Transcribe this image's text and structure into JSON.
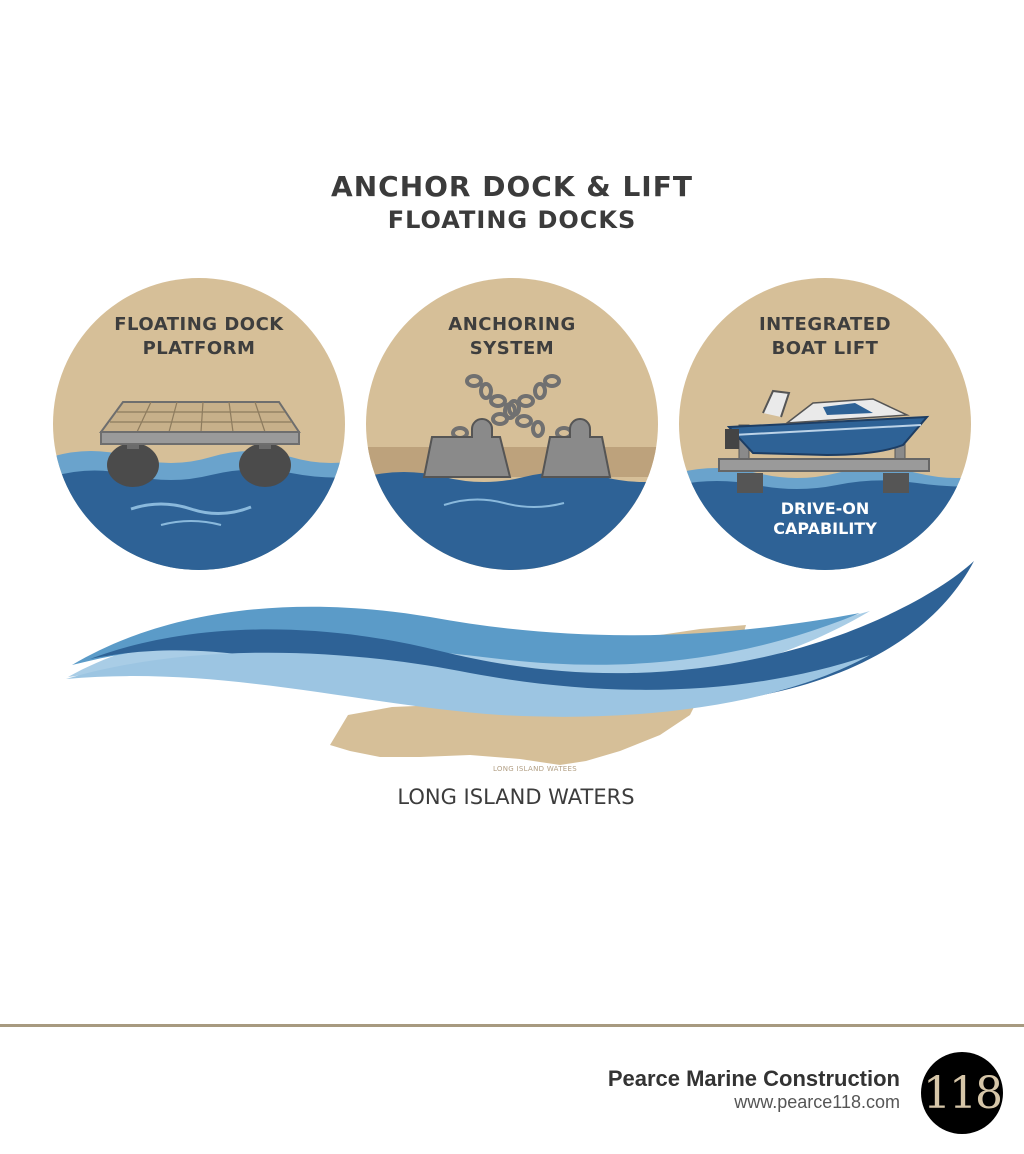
{
  "header": {
    "title": "ANCHOR DOCK & LIFT",
    "subtitle": "FLOATING DOCKS"
  },
  "panels": [
    {
      "label_line1": "FLOATING DOCK",
      "label_line2": "PLATFORM",
      "icon": "floating-dock-icon"
    },
    {
      "label_line1": "ANCHORING",
      "label_line2": "SYSTEM",
      "icon": "anchor-chain-icon"
    },
    {
      "label_line1": "INTEGRATED",
      "label_line2": "BOAT LIFT",
      "icon": "boat-lift-icon",
      "note_line1": "DRIVE-ON",
      "note_line2": "CAPABILITY"
    }
  ],
  "region": {
    "map_label": "LONG ISLAND WATEES",
    "label": "LONG ISLAND WATERS"
  },
  "footer": {
    "company": "Pearce Marine Construction",
    "website": "www.pearce118.com",
    "logo_text": "118"
  },
  "colors": {
    "sand": "#d6bf98",
    "deep_blue": "#2e6296",
    "light_blue": "#6aa3cc",
    "accent_line": "#a79a80",
    "text": "#3b3b3b"
  }
}
